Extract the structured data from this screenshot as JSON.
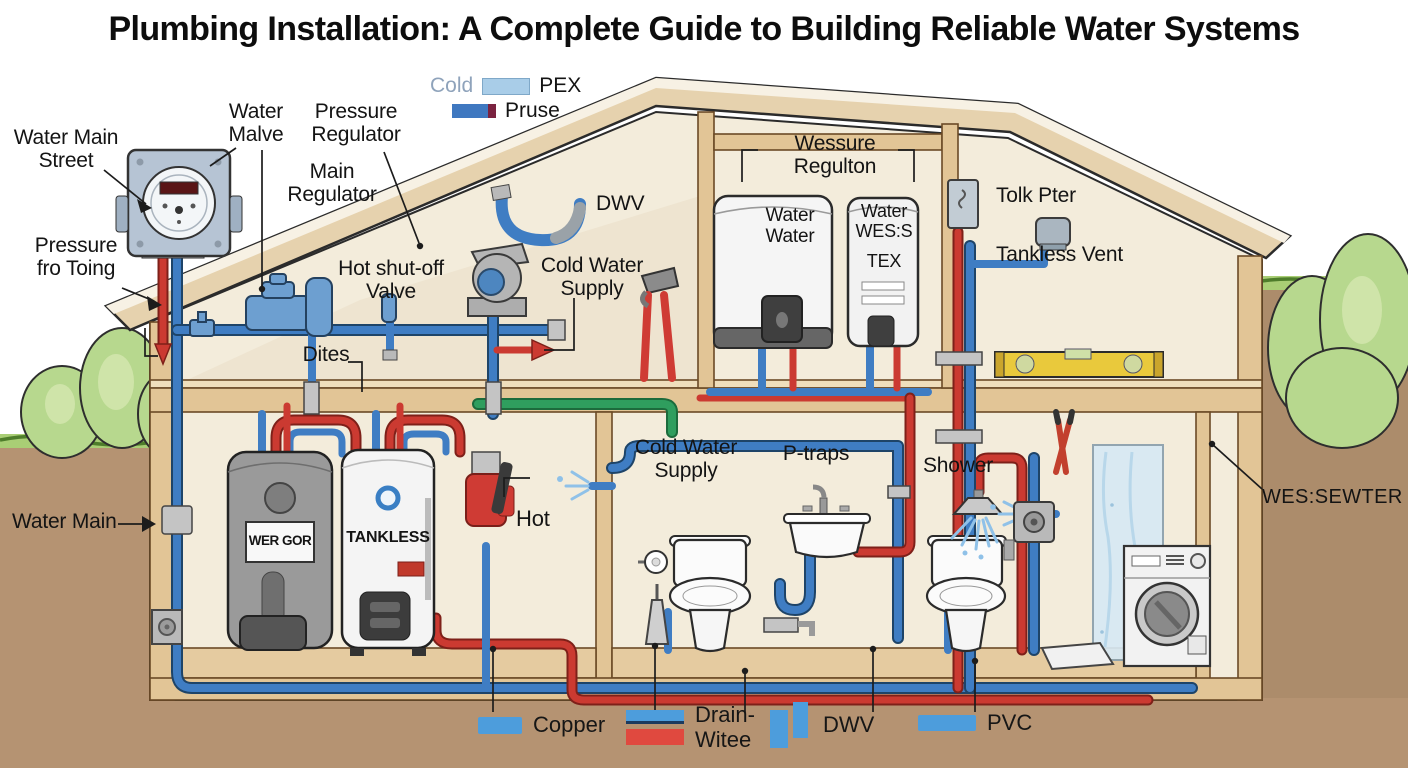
{
  "title": "Plumbing Installation: A Complete Guide to Building Reliable Water Systems",
  "colors": {
    "pipe_cold": "#3f7dc3",
    "pipe_hot": "#cb3a31",
    "pipe_green": "#2f9e5e",
    "pex_swatch": "#a9cde8",
    "pruse_swatch": "#3f78c0",
    "pruse_end": "#7b2340",
    "legend_blue": "#4d9ddc",
    "legend_red": "#e0493f",
    "cold_text": "#8fa3bb",
    "wood": "#e2c596",
    "wall": "#f3ecdb",
    "soil": "#b59372",
    "grass": "#a9ce75",
    "level_yellow": "#e9c93c"
  },
  "legend_top": {
    "cold": "Cold",
    "pex": "PEX",
    "pruse": "Pruse"
  },
  "legend_bottom": {
    "copper": "Copper",
    "drain": "Drain-\nWitee",
    "dwv": "DWV",
    "pvc": "PVC"
  },
  "labels": {
    "water_main_street": "Water Main\nStreet",
    "water_malve": "Water\nMalve",
    "pressure_regulator": "Pressure\nRegulator",
    "main_regulator": "Main\nRegulator",
    "pressure_fro_toing": "Pressure\nfro Toing",
    "dites": "Dites",
    "hot_shutoff_valve": "Hot shut-off\nValve",
    "cold_water_supply_upper": "Cold Water\nSupply",
    "dwv": "DWV",
    "wessure_regulton": "Wessure\nRegulton",
    "tolk_pter": "Tolk Pter",
    "tankless_vent": "Tankless Vent",
    "water_main": "Water Main",
    "hot": "Hot",
    "cold_water_supply_lower": "Cold Water\nSupply",
    "p_traps": "P-traps",
    "shower": "Shower",
    "wes_sewter": "WES:SEWTER"
  },
  "equipment": {
    "heater_upper_left": "Water\nWater",
    "heater_upper_right": "Water\nWES:S",
    "heater_upper_right_sub": "TEX",
    "tank_gray": "WER GOR",
    "tank_white": "TANKLESS"
  }
}
